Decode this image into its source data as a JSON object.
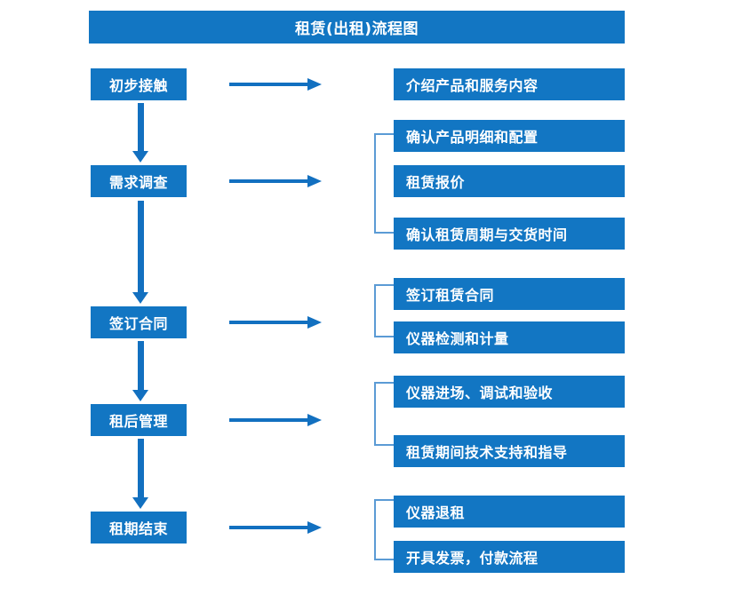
{
  "title": "租赁(出租)流程图",
  "accent_color": "#1276C3",
  "arrow_color": "#1270C0",
  "bracket_color": "#5B9BD5",
  "background_color": "#FFFFFF",
  "stages": [
    {
      "label": "初步接触"
    },
    {
      "label": "需求调查"
    },
    {
      "label": "签订合同"
    },
    {
      "label": "租后管理"
    },
    {
      "label": "租期结束"
    }
  ],
  "details": [
    {
      "label": "介绍产品和服务内容"
    },
    {
      "label": "确认产品明细和配置"
    },
    {
      "label": "租赁报价"
    },
    {
      "label": "确认租赁周期与交货时间"
    },
    {
      "label": "签订租赁合同"
    },
    {
      "label": "仪器检测和计量"
    },
    {
      "label": "仪器进场、调试和验收"
    },
    {
      "label": "租赁期间技术支持和指导"
    },
    {
      "label": "仪器退租"
    },
    {
      "label": "开具发票，付款流程"
    }
  ],
  "icons": {
    "flow_arrow_right": "arrow-right-icon",
    "flow_arrow_down": "arrow-down-icon",
    "group_bracket": "bracket-icon"
  }
}
